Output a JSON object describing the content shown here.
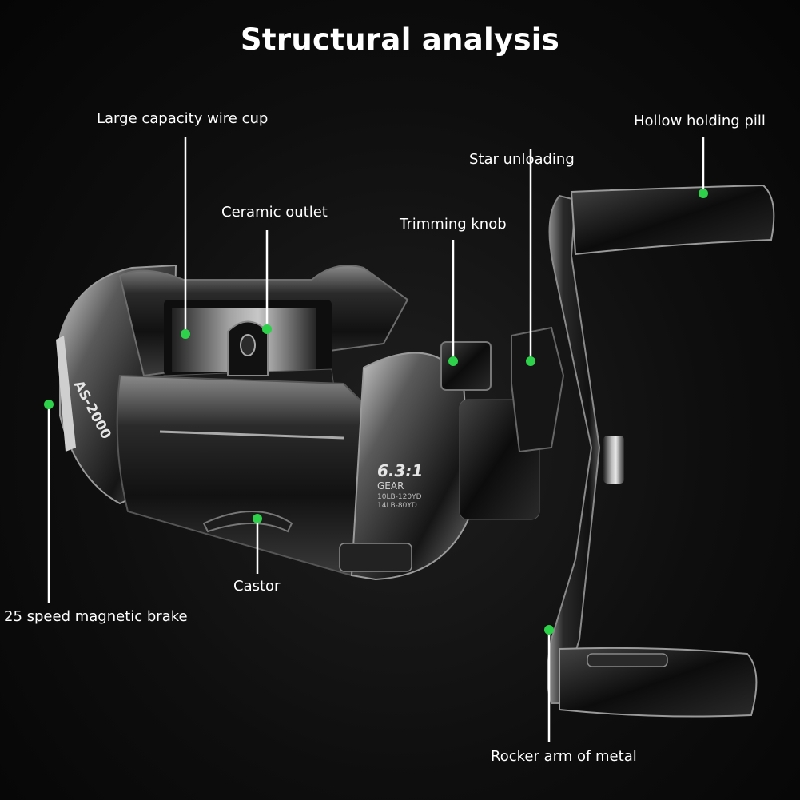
{
  "title": "Structural analysis",
  "colors": {
    "accent_dot": "#2ed14a",
    "background": "#0b0b0b",
    "leader_line": "#ffffff"
  },
  "reel": {
    "model_text": "AS-2000",
    "gear_ratio_text": "6.3:1",
    "gear_text": "GEAR",
    "spec_line_1": "10LB-120YD",
    "spec_line_2": "14LB-80YD"
  },
  "callouts": [
    {
      "id": "large-capacity-wire-cup",
      "label": "Large capacity wire cup"
    },
    {
      "id": "ceramic-outlet",
      "label": "Ceramic outlet"
    },
    {
      "id": "trimming-knob",
      "label": "Trimming knob"
    },
    {
      "id": "star-unloading",
      "label": "Star unloading"
    },
    {
      "id": "hollow-holding-pill",
      "label": "Hollow holding pill"
    },
    {
      "id": "castor",
      "label": "Castor"
    },
    {
      "id": "magnetic-brake",
      "label": "25 speed magnetic brake"
    },
    {
      "id": "rocker-arm",
      "label": "Rocker arm of metal"
    }
  ]
}
